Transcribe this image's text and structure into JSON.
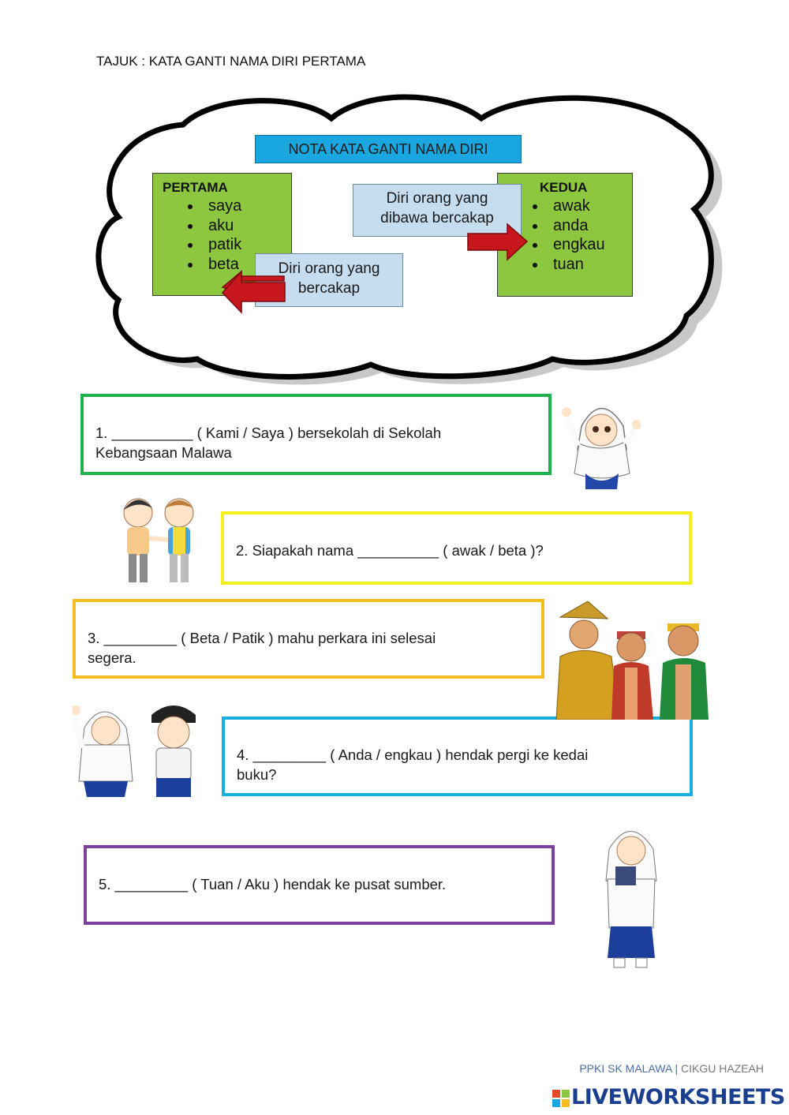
{
  "title": "TAJUK : KATA GANTI NAMA DIRI PERTAMA",
  "note": {
    "header": "NOTA KATA GANTI NAMA DIRI",
    "pertama": {
      "title": "PERTAMA",
      "items": [
        "saya",
        "aku",
        "patik",
        "beta"
      ]
    },
    "kedua": {
      "title": "KEDUA",
      "items": [
        "awak",
        "anda",
        "engkau",
        "tuan"
      ]
    },
    "callout_pertama": {
      "line1": "Diri orang yang",
      "line2": "bercakap"
    },
    "callout_kedua": {
      "line1": "Diri orang yang",
      "line2": "dibawa bercakap"
    }
  },
  "questions": [
    {
      "line1": "1. __________   ( Kami  /  Saya ) bersekolah  di Sekolah",
      "line2": "Kebangsaan  Malawa",
      "border_color": "#1db04b"
    },
    {
      "line1": "2. Siapakah nama __________ ( awak  / beta )?",
      "line2": "",
      "border_color": "#f4ef1a"
    },
    {
      "line1": "3. _________ ( Beta / Patik ) mahu perkara ini selesai",
      "line2": "segera.",
      "border_color": "#f2bd20"
    },
    {
      "line1": "4. _________ ( Anda / engkau ) hendak pergi ke kedai",
      "line2": "buku?",
      "border_color": "#18aee0"
    },
    {
      "line1": "5. _________ ( Tuan / Aku ) hendak ke pusat sumber.",
      "line2": "",
      "border_color": "#7b3f9e"
    }
  ],
  "footer": {
    "school": "PPKI SK MALAWA",
    "separator": "|",
    "teacher": "CIKGU HAZEAH",
    "brand": "LIVEWORKSHEETS"
  },
  "colors": {
    "note_header_bg": "#1aa7e0",
    "note_group_bg": "#8dc63f",
    "callout_bg": "#c6dcef",
    "arrow": "#c8161d"
  }
}
